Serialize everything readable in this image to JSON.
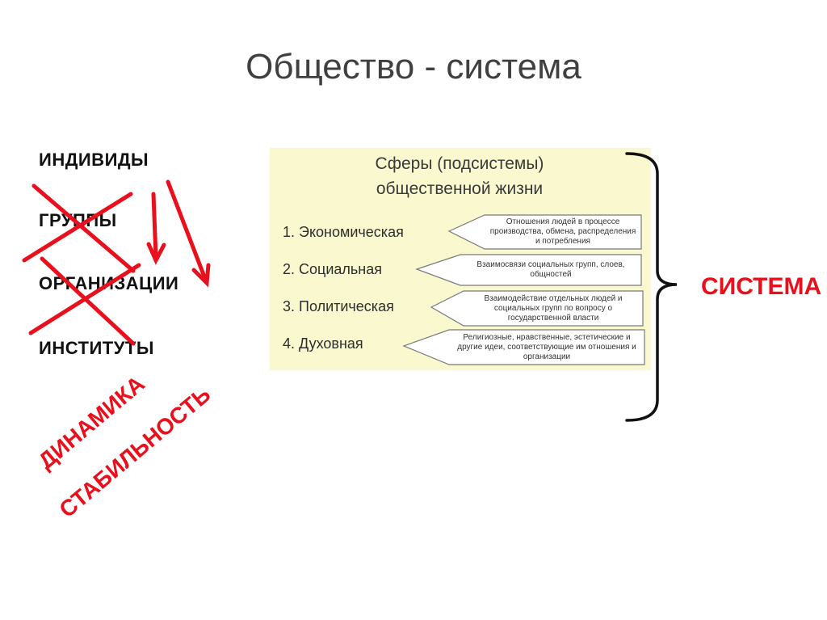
{
  "title": "Общество - система",
  "left_column": {
    "items": [
      "ИНДИВИДЫ",
      "ГРУППЫ",
      "ОРГАНИЗАЦИИ",
      "ИНСТИТУТЫ"
    ]
  },
  "red_labels": {
    "dynamics": "ДИНАМИКА",
    "stability": "СТАБИЛЬНОСТЬ",
    "system": "СИСТЕМА"
  },
  "panel": {
    "title_line1": "Сферы (подсистемы)",
    "title_line2": "общественной жизни",
    "spheres": [
      {
        "label": "1.  Экономическая",
        "desc": "Отношения людей в процессе производства, обмена, распределения и потребления"
      },
      {
        "label": "2.  Социальная",
        "desc": "Взаимосвязи социальных групп, слоев, общностей"
      },
      {
        "label": "3.  Политическая",
        "desc": "Взаимодействие отдельных людей и социальных групп по вопросу о государственной власти"
      },
      {
        "label": "4.  Духовная",
        "desc": "Религиозные, нравственные, эстетические и другие идеи, соответствующие им отношения и организации"
      }
    ]
  },
  "colors": {
    "accent_red": "#e8101c",
    "panel_bg": "#f9f8cf",
    "title_gray": "#404040"
  }
}
